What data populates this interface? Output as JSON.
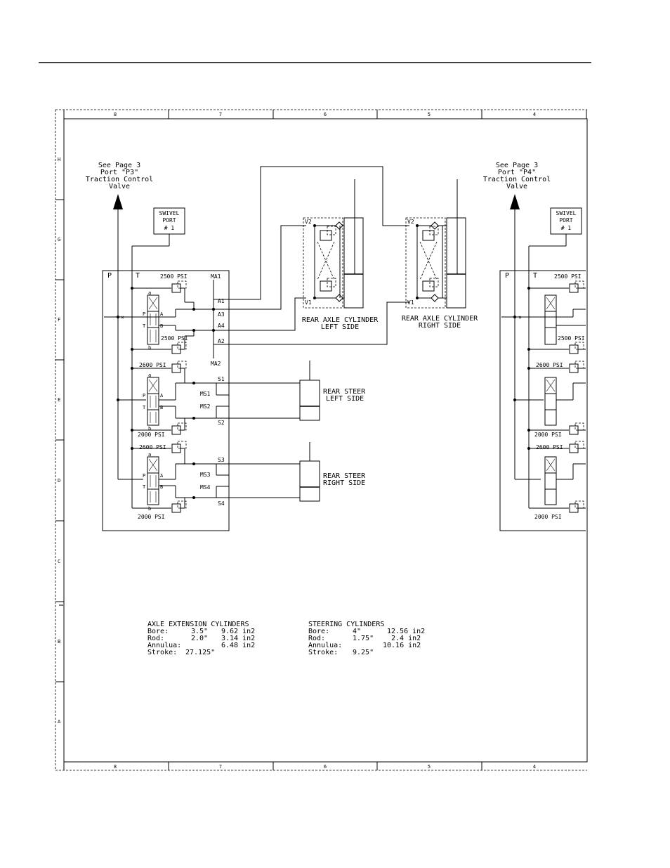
{
  "frame": {
    "columns": [
      "8",
      "7",
      "6",
      "5",
      "4"
    ],
    "rows": [
      "H",
      "G",
      "F",
      "E",
      "D",
      "C",
      "B",
      "A"
    ]
  },
  "references": [
    {
      "line1": "See Page 3",
      "line2": "Port \"P3\"",
      "line3": "Traction Control",
      "line4": "Valve"
    },
    {
      "line1": "See Page 3",
      "line2": "Port \"P4\"",
      "line3": "Traction Control",
      "line4": "Valve"
    }
  ],
  "swivel": {
    "line1": "SWIVEL",
    "line2": "PORT",
    "line3": "# 1"
  },
  "manifold": {
    "ports_top": {
      "p": "P",
      "t": "T",
      "ma1": "MA1",
      "ma2": "MA2"
    },
    "ports": {
      "a1": "A1",
      "a3": "A3",
      "a4": "A4",
      "a2": "A2",
      "s1": "S1",
      "ms1": "MS1",
      "ms2": "MS2",
      "s2": "S2",
      "s3": "S3",
      "ms3": "MS3",
      "ms4": "MS4",
      "s4": "S4"
    },
    "pressures": {
      "p2500a": "2500 PSI",
      "p2500b": "2500 PSI",
      "p2600a": "2600 PSI",
      "p2000a": "2000 PSI",
      "p2600b": "2600 PSI",
      "p2000b": "2000 PSI"
    },
    "valve_letters": {
      "a": "a",
      "b": "b",
      "P": "P",
      "T": "T",
      "A": "A",
      "B": "B"
    }
  },
  "cylinders": {
    "axle_left": {
      "line1": "REAR AXLE CYLINDER",
      "line2": "LEFT SIDE",
      "v1": "V1",
      "v2": "V2"
    },
    "axle_right": {
      "line1": "REAR AXLE CYLINDER",
      "line2": "RIGHT SIDE",
      "v1": "V1",
      "v2": "V2"
    },
    "steer_left": {
      "line1": "REAR STEER",
      "line2": "LEFT SIDE"
    },
    "steer_right": {
      "line1": "REAR STEER",
      "line2": "RIGHT SIDE"
    }
  },
  "right_manifold_pressures": [
    "2500 PSI",
    "2500 PSI",
    "2600 PSI",
    "2000 PSI",
    "2600 PSI",
    "2000 PSI"
  ],
  "specs": {
    "axle": {
      "title": "AXLE EXTENSION CYLINDERS",
      "rows": [
        {
          "label": "Bore:",
          "size": "3.5\"",
          "area": "9.62 in2"
        },
        {
          "label": "Rod:",
          "size": "2.0\"",
          "area": "3.14 in2"
        },
        {
          "label": "Annulua:",
          "size": "",
          "area": "6.48 in2"
        },
        {
          "label": "Stroke:",
          "size": "27.125\"",
          "area": ""
        }
      ]
    },
    "steering": {
      "title": "STEERING CYLINDERS",
      "rows": [
        {
          "label": "Bore:",
          "size": "4\"",
          "area": "12.56 in2"
        },
        {
          "label": "Rod:",
          "size": "1.75\"",
          "area": "2.4 in2"
        },
        {
          "label": "Annulua:",
          "size": "",
          "area": "10.16 in2"
        },
        {
          "label": "Stroke:",
          "size": "9.25\"",
          "area": ""
        }
      ]
    }
  }
}
